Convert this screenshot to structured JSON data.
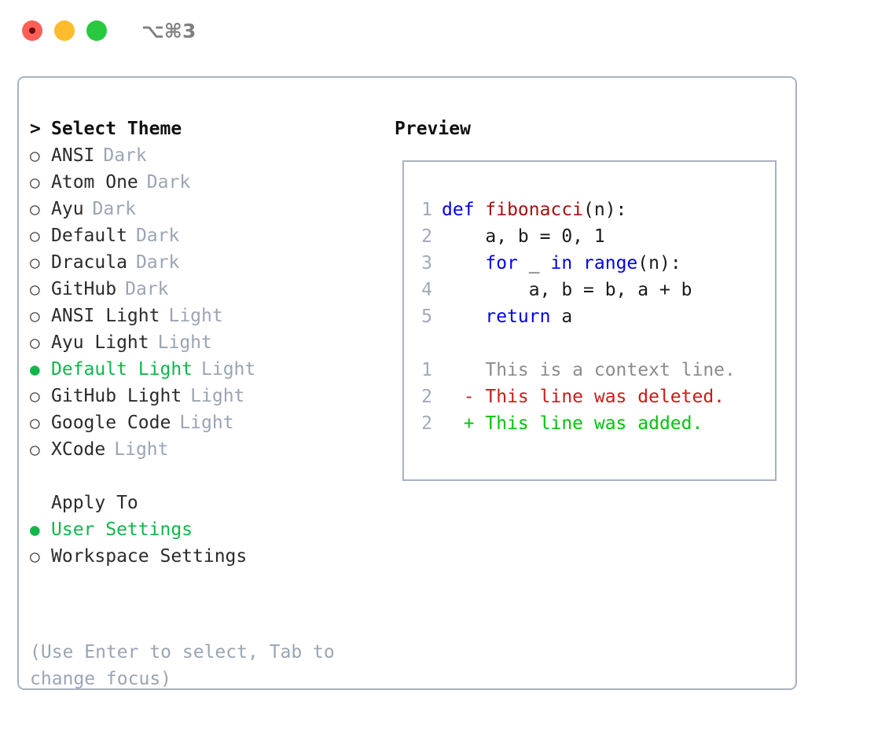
{
  "window": {
    "shortcut": "⌥⌘3",
    "traffic_lights": [
      {
        "name": "close",
        "color": "#fc5f57"
      },
      {
        "name": "minimize",
        "color": "#fcbc2e"
      },
      {
        "name": "maximize",
        "color": "#28c840"
      }
    ]
  },
  "theme_picker": {
    "caret": ">",
    "title": "Select Theme",
    "marker_selected": "●",
    "marker_unselected": "○",
    "selected_color": "#0fb74a",
    "muted_color": "#9aa5b4",
    "items": [
      {
        "label": "ANSI",
        "variant": "Dark",
        "selected": false
      },
      {
        "label": "Atom One",
        "variant": "Dark",
        "selected": false
      },
      {
        "label": "Ayu",
        "variant": "Dark",
        "selected": false
      },
      {
        "label": "Default",
        "variant": "Dark",
        "selected": false
      },
      {
        "label": "Dracula",
        "variant": "Dark",
        "selected": false
      },
      {
        "label": "GitHub",
        "variant": "Dark",
        "selected": false
      },
      {
        "label": "ANSI Light",
        "variant": "Light",
        "selected": false
      },
      {
        "label": "Ayu Light",
        "variant": "Light",
        "selected": false
      },
      {
        "label": "Default Light",
        "variant": "Light",
        "selected": true
      },
      {
        "label": "GitHub Light",
        "variant": "Light",
        "selected": false
      },
      {
        "label": "Google Code",
        "variant": "Light",
        "selected": false
      },
      {
        "label": "XCode",
        "variant": "Light",
        "selected": false
      }
    ]
  },
  "apply_to": {
    "title": "Apply To",
    "items": [
      {
        "label": "User Settings",
        "selected": true
      },
      {
        "label": "Workspace Settings",
        "selected": false
      }
    ]
  },
  "help_text": "(Use Enter to select, Tab to change focus)",
  "preview": {
    "title": "Preview",
    "code_lines": [
      {
        "no": "1",
        "tokens": [
          {
            "t": "def ",
            "k": "kw"
          },
          {
            "t": "fibonacci",
            "k": "fn"
          },
          {
            "t": "(n):",
            "k": "plain"
          }
        ]
      },
      {
        "no": "2",
        "tokens": [
          {
            "t": "    a, b = 0, 1",
            "k": "plain"
          }
        ]
      },
      {
        "no": "3",
        "tokens": [
          {
            "t": "    ",
            "k": "plain"
          },
          {
            "t": "for ",
            "k": "kw"
          },
          {
            "t": "_ ",
            "k": "plain"
          },
          {
            "t": "in ",
            "k": "kw"
          },
          {
            "t": "range",
            "k": "kw"
          },
          {
            "t": "(n):",
            "k": "plain"
          }
        ]
      },
      {
        "no": "4",
        "tokens": [
          {
            "t": "        a, b = b, a + b",
            "k": "plain"
          }
        ]
      },
      {
        "no": "5",
        "tokens": [
          {
            "t": "    ",
            "k": "plain"
          },
          {
            "t": "return ",
            "k": "kw"
          },
          {
            "t": "a",
            "k": "plain"
          }
        ]
      }
    ],
    "diff_lines": [
      {
        "no": "1",
        "marker": " ",
        "text": " This is a context line.",
        "kind": "context"
      },
      {
        "no": "2",
        "marker": "-",
        "text": " This line was deleted.",
        "kind": "del"
      },
      {
        "no": "2",
        "marker": "+",
        "text": " This line was added.",
        "kind": "add"
      }
    ],
    "diff_colors": {
      "context": "#8c8c8c",
      "del": "#cc1a1a",
      "add": "#00c40c"
    }
  }
}
